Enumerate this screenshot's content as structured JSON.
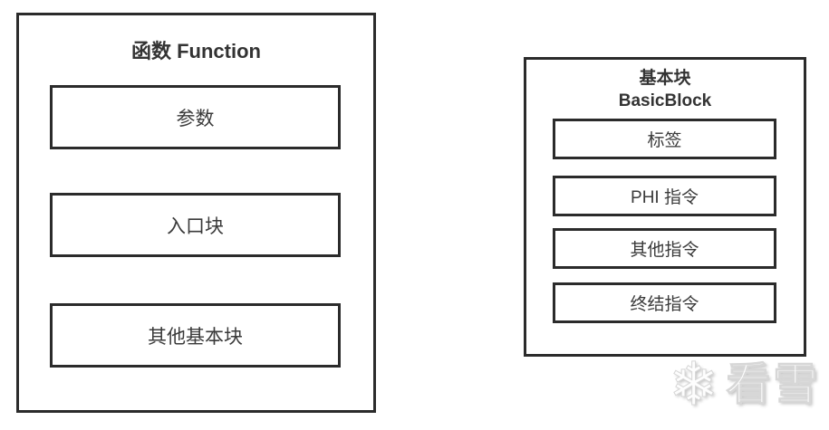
{
  "function_panel": {
    "title": "函数 Function",
    "items": [
      {
        "label": "参数"
      },
      {
        "label": "入口块"
      },
      {
        "label": "其他基本块"
      }
    ]
  },
  "basicblock_panel": {
    "title_line1": "基本块",
    "title_line2": "BasicBlock",
    "items": [
      {
        "label": "标签"
      },
      {
        "label": "PHI 指令"
      },
      {
        "label": "其他指令"
      },
      {
        "label": "终结指令"
      }
    ]
  },
  "watermark": {
    "icon": "snowflake-icon",
    "snowflake_glyph": "❄",
    "text": "看雪"
  },
  "colors": {
    "border": "#2b2b2b",
    "title_text": "#333333",
    "item_text": "#3a3a3a",
    "background": "#ffffff",
    "watermark_fill": "#fdfdfd",
    "watermark_shadow": "#c3c3c3"
  }
}
